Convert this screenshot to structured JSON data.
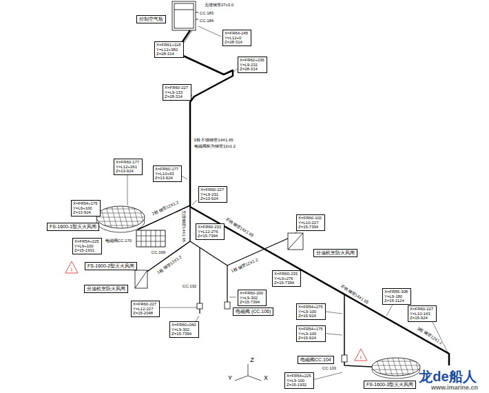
{
  "diagram": {
    "nodes": [
      {
        "text": [
          "控制空气瓶"
        ]
      },
      {
        "text": [
          "X=FR61+118 Y=L12+380 Z=28-314"
        ]
      },
      {
        "text": [
          "X=FR64-245 Y=L12+0 Z=28-314"
        ]
      },
      {
        "text": [
          "X=FR62+236 Y=L9-231 Z=28-314"
        ]
      },
      {
        "text": [
          "X=FR60-227 Y=L9-133 Z=28-314"
        ]
      },
      {
        "text": [
          "X=FR60-177 Y=L12+261 Z=13-924"
        ]
      },
      {
        "text": [
          "X=FR60-177 Y=L10+63 Z=13-924"
        ]
      },
      {
        "text": [
          "X=FR60-227 Y=L9-231 Z=13-924"
        ]
      },
      {
        "text": [
          "X=FR54+175 Y=L9+100 Z=13-924"
        ]
      },
      {
        "text": [
          "FS-1600-1型灭火风闸"
        ]
      },
      {
        "text": [
          "X=FR54+225 Y=L9+100 Z=15-1931"
        ]
      },
      {
        "text": [
          "FS-1600-2型灭火风闸"
        ]
      },
      {
        "text": [
          "分油机室防火风闸"
        ]
      },
      {
        "text": [
          "X=FR60-233 Y=L12-276 Z=15-7394"
        ]
      },
      {
        "text": [
          "X=FR60-233 Y=L9+276 Z=15-7394"
        ]
      },
      {
        "text": [
          "X=FR60-102 Y=L10-227 Z=15-7394"
        ]
      },
      {
        "text": [
          "分油机室防火风闸"
        ]
      },
      {
        "text": [
          "X=FR60-227 Y=L12-227 Z=15-2048"
        ]
      },
      {
        "text": [
          "X=FR60-200 Y=L9-302 Z=15-7394"
        ]
      },
      {
        "text": [
          "电磁阀 (CC.106)"
        ]
      },
      {
        "text": [
          "X=FR60+040 Y=L9-302 Z=15-7394"
        ]
      },
      {
        "text": [
          "X=FR55-308 Y=L9-180 Z=15-1124"
        ]
      },
      {
        "text": [
          "X=FR54+275 Y=L9-100 Z=15-924"
        ]
      },
      {
        "text": [
          "X=FR60-227 Y=L10-143 Z=15-924"
        ]
      },
      {
        "text": [
          "X=FR54+175 Y=L9-100 Z=15-924"
        ]
      },
      {
        "text": [
          "电磁阀CC.104"
        ]
      },
      {
        "text": [
          "X=FR54+225 Y=L9-100 Z=15-1932"
        ]
      },
      {
        "text": [
          "FS-1600-3型灭火风闸"
        ]
      }
    ],
    "labels": [
      "无缝钢管27x3.0",
      "CC.183",
      "CC.184",
      "3根 不锈钢管14X1.65",
      "电磁阀柜为钢管12x1.2",
      "2根 钢管12X1.2",
      "不锈钢管14X1.65",
      "无缝钢管14X1.65",
      "电磁阀CC.170",
      "CC.169",
      "1根 钢管12X1.2",
      "CC.132",
      "1根 钢管12X1.2",
      "不锈钢管14X1.65",
      "3根 钢管12X1.2",
      "CC.133",
      "Z",
      "Y",
      "X",
      "1",
      "1",
      "龙de船人",
      "www.imarine.cn"
    ]
  }
}
